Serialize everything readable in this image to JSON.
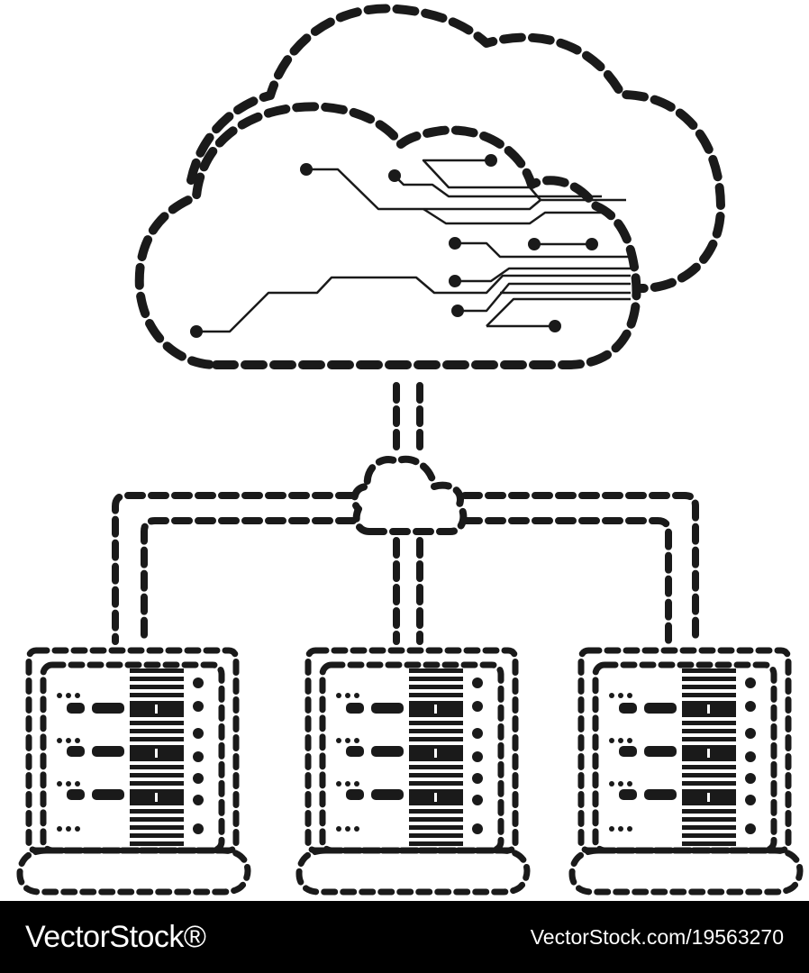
{
  "colors": {
    "ink": "#1a1a1a",
    "background": "#ffffff",
    "footer": "#000000",
    "footer_text": "#ffffff"
  },
  "icons": {
    "cloud": "cloud-circuit-icon",
    "hub": "network-hub-icon",
    "server": "server-rack-icon"
  },
  "servers": [
    {
      "name": "server-left"
    },
    {
      "name": "server-center"
    },
    {
      "name": "server-right"
    }
  ],
  "footer": {
    "brand": "VectorStock®",
    "image_url": "VectorStock.com/19563270"
  }
}
